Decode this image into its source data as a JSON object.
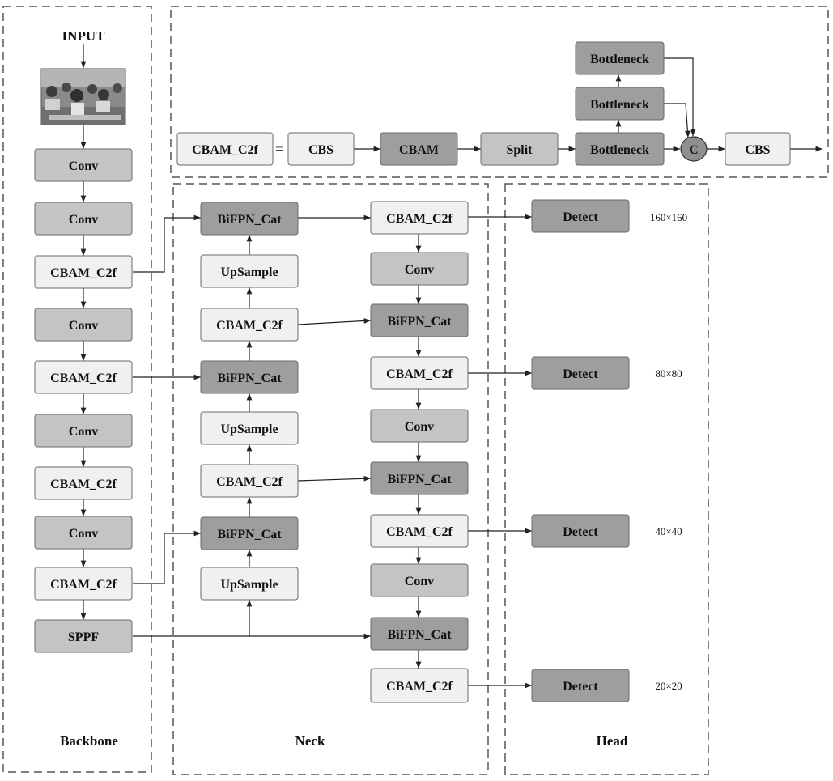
{
  "title": "INPUT",
  "sections": {
    "backbone": "Backbone",
    "neck": "Neck",
    "head": "Head"
  },
  "legend": {
    "lhs": "CBAM_C2f",
    "equals": "=",
    "cbs_in": "CBS",
    "cbam": "CBAM",
    "split": "Split",
    "bottleneck": "Bottleneck",
    "concat": "C",
    "cbs_out": "CBS"
  },
  "backbone": {
    "conv": "Conv",
    "cbam_c2f": "CBAM_C2f",
    "sppf": "SPPF"
  },
  "neck": {
    "bifpn_cat": "BiFPN_Cat",
    "upsample": "UpSample",
    "cbam_c2f": "CBAM_C2f",
    "conv": "Conv"
  },
  "head": {
    "detect": "Detect",
    "scales": [
      "160×160",
      "80×80",
      "40×40",
      "20×20"
    ]
  },
  "colors": {
    "light": "#f0f0f0",
    "mid": "#c4c4c4",
    "dark": "#9e9e9e",
    "stroke": "#6a6a6a",
    "dash": "#555555"
  }
}
